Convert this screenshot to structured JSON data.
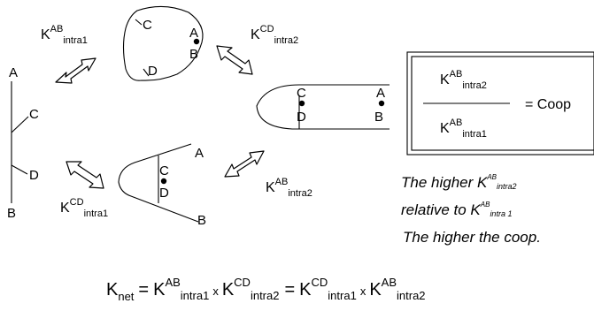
{
  "k_symbol": "K",
  "labels": {
    "A": "A",
    "B": "B",
    "C": "C",
    "D": "D"
  },
  "k_labels": {
    "k_ab_intra1_top": {
      "sup": "AB",
      "sub": "intra1"
    },
    "k_cd_intra2_top": {
      "sup": "CD",
      "sub": "intra2"
    },
    "k_cd_intra1_bottom": {
      "sup": "CD",
      "sub": "intra1"
    },
    "k_ab_intra2_bottom": {
      "sup": "AB",
      "sub": "intra2"
    }
  },
  "ratio_box": {
    "numerator": {
      "sup": "AB",
      "sub": "intra2"
    },
    "denominator": {
      "sup": "AB",
      "sub": "intra1"
    },
    "result": "= Coop"
  },
  "handwritten_note": [
    "The higher K",
    "relative to K",
    "The higher the coop."
  ],
  "handwritten_k": {
    "line1": {
      "sup": "AB",
      "sub": "intra2"
    },
    "line2": {
      "sup": "AB",
      "sub": "intra 1"
    }
  },
  "equation": {
    "k_net_sub": "net",
    "eq1": "=",
    "t1": {
      "sup": "AB",
      "sub": "intra1"
    },
    "times1": "x",
    "t2": {
      "sup": "CD",
      "sub": "intra2"
    },
    "eq2": "=",
    "t3": {
      "sup": "CD",
      "sub": "intra1"
    },
    "times2": "x",
    "t4": {
      "sup": "AB",
      "sub": "intra2"
    }
  }
}
